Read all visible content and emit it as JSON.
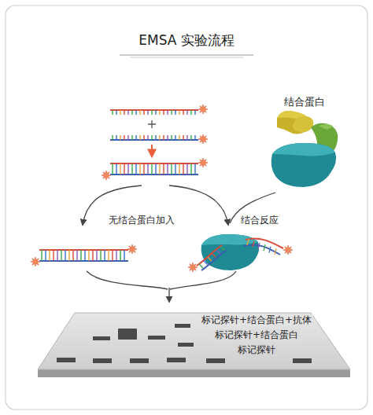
{
  "diagram": {
    "title": "EMSA 实验流程",
    "labels": [
      "结合蛋白",
      "无结合蛋白加入",
      "结合反应",
      "标记探针+结合蛋白+抗体",
      "标记探针+结合蛋白",
      "标记探针"
    ]
  }
}
